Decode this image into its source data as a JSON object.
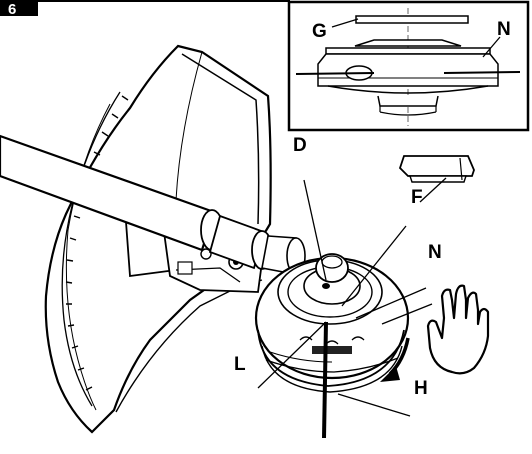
{
  "figure": {
    "step_number": "6",
    "callouts": {
      "g": "G",
      "n_inset": "N",
      "d": "D",
      "f": "F",
      "n_main": "N",
      "l": "L",
      "h": "H"
    },
    "colors": {
      "ink": "#000000",
      "paper": "#ffffff",
      "shade": "#d9d9d9"
    }
  }
}
